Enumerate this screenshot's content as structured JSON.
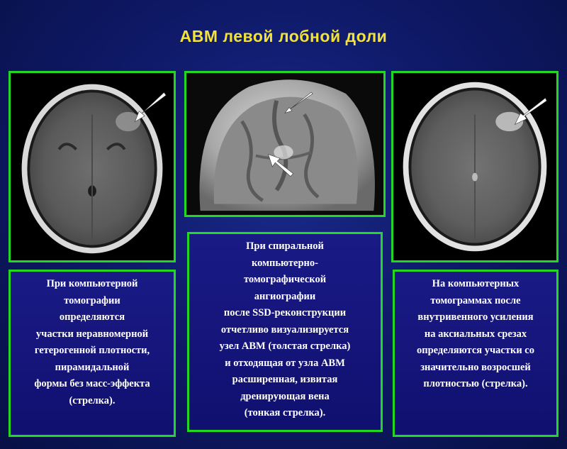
{
  "slide": {
    "title": "АВМ левой лобной доли"
  },
  "left_panel": {
    "image_alt": "CT axial scan",
    "caption_lines": [
      "При компьютерной",
      "томографии",
      "определяются",
      "участки неравномерной",
      "гетерогенной плотности,",
      "пирамидальной",
      "формы без масс-эффекта",
      "(стрелка)."
    ]
  },
  "center_panel": {
    "image_alt": "CT angiography SSD reconstruction",
    "caption_lines": [
      "При спиральной",
      "компьютерно-",
      "томографической",
      "ангиографии",
      "после SSD-реконструкции",
      "отчетливо визуализируется",
      "узел АВМ (толстая стрелка)",
      "и отходящая от узла АВМ",
      "расширенная, извитая",
      "дренирующая вена",
      "(тонкая стрелка)."
    ]
  },
  "right_panel": {
    "image_alt": "Contrast-enhanced CT axial scan",
    "caption_lines": [
      "На компьютерных",
      "томограммах после",
      "внутривенного усиления",
      "на аксиальных срезах",
      "определяются участки со",
      "значительно возросшей",
      "плотностью (стрелка)."
    ]
  },
  "colors": {
    "background": "#0f1a6a",
    "title": "#f2e23a",
    "frame_border": "#22d822",
    "text": "#ffffff"
  }
}
